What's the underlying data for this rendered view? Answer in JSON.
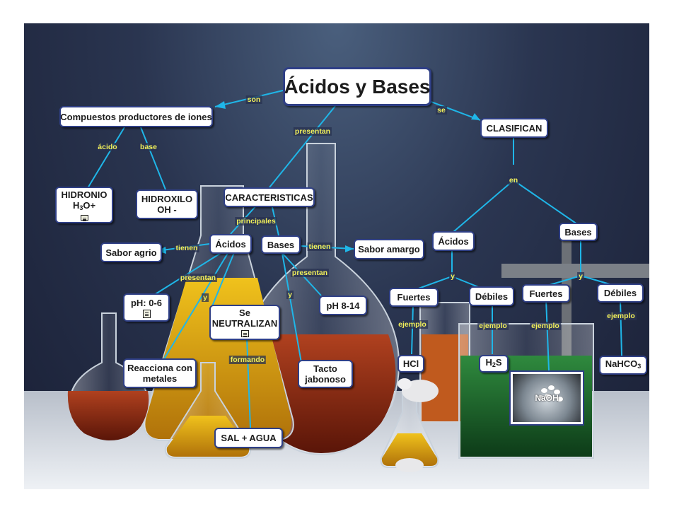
{
  "nodes": {
    "title": "Ácidos y Bases",
    "compuestos": "Compuestos productores de iones",
    "clasifican": "CLASIFICAN",
    "hidronio_1": "HIDRONIO",
    "hidronio_2": "H",
    "hidronio_sub": "3",
    "hidronio_3": "O+",
    "hidroxilo_1": "HIDROXILO",
    "hidroxilo_2": "OH -",
    "caracteristicas": "CARACTERISTICAS",
    "acidos_c": "Ácidos",
    "bases_c": "Bases",
    "sabor_agrio": "Sabor agrio",
    "sabor_amargo": "Sabor amargo",
    "ph_acid": "pH: 0-6",
    "ph_base": "pH 8-14",
    "neutralizan_1": "Se",
    "neutralizan_2": "NEUTRALIZAN",
    "reacciona_1": "Reacciona con",
    "reacciona_2": "metales",
    "tacto_1": "Tacto",
    "tacto_2": "jabonoso",
    "sal_agua": "SAL + AGUA",
    "acidos_r": "Ácidos",
    "bases_r": "Bases",
    "fuertes_a": "Fuertes",
    "debiles_a": "Débiles",
    "fuertes_b": "Fuertes",
    "debiles_b": "Débiles",
    "hcl": "HCl",
    "h2s_1": "H",
    "h2s_sub": "2",
    "h2s_2": "S",
    "nahco3_1": "NaHCO",
    "nahco3_sub": "3",
    "naoh": "NaOH"
  },
  "labels": {
    "son": "son",
    "se": "se",
    "presentan_top": "presentan",
    "acido": "ácido",
    "base": "base",
    "en": "en",
    "principales": "principales",
    "tienen_left": "tienen",
    "tienen_right": "tienen",
    "presentan_left": "presentan",
    "presentan_right": "presentan",
    "y_left": "y",
    "y_bases": "y",
    "formando": "formando",
    "y_acidos": "y",
    "y_bases_r": "y",
    "ejemplo_hcl": "ejemplo",
    "ejemplo_h2s": "ejemplo",
    "ejemplo_naoh": "ejemplo",
    "ejemplo_nahco3": "ejemplo"
  },
  "colors": {
    "link": "#1fb6e8",
    "label_text": "#f2f05a",
    "node_border": "#2f3f86"
  }
}
